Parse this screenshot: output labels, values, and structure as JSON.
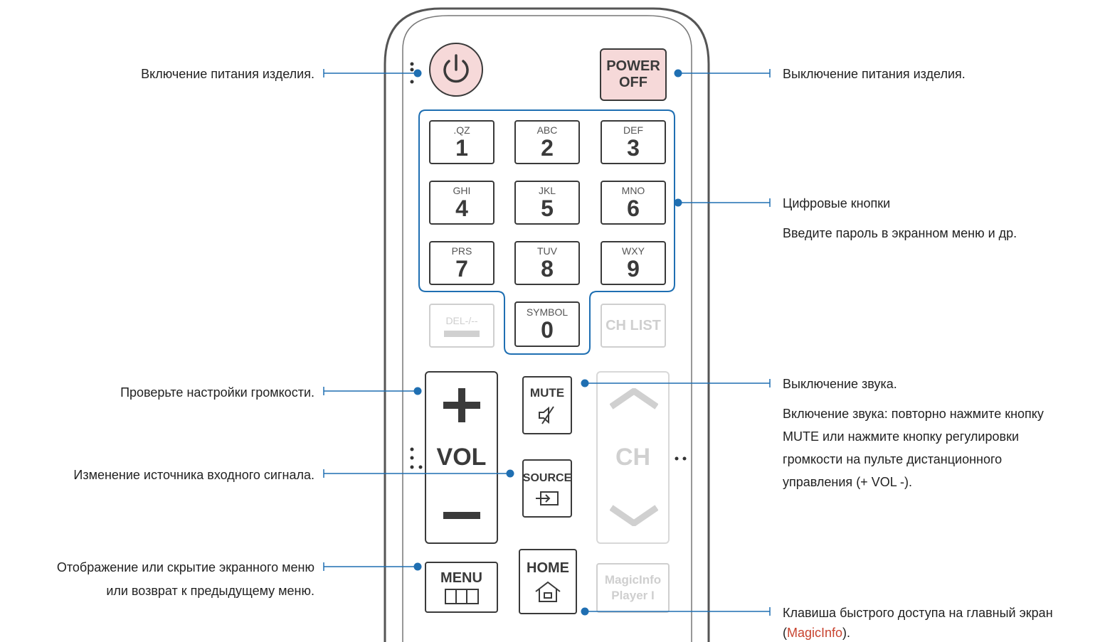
{
  "colors": {
    "callout_line": "#1f6fb2",
    "power_fill": "#f6d9d9",
    "magicinfo_link": "#c8432f",
    "disabled": "#cfcfcf"
  },
  "buttons": {
    "power_off": [
      "POWER",
      "OFF"
    ],
    "keys": [
      {
        "letters": ".QZ",
        "digit": "1"
      },
      {
        "letters": "ABC",
        "digit": "2"
      },
      {
        "letters": "DEF",
        "digit": "3"
      },
      {
        "letters": "GHI",
        "digit": "4"
      },
      {
        "letters": "JKL",
        "digit": "5"
      },
      {
        "letters": "MNO",
        "digit": "6"
      },
      {
        "letters": "PRS",
        "digit": "7"
      },
      {
        "letters": "TUV",
        "digit": "8"
      },
      {
        "letters": "WXY",
        "digit": "9"
      }
    ],
    "del": "DEL-/--",
    "symbol": {
      "letters": "SYMBOL",
      "digit": "0"
    },
    "ch_list": "CH LIST",
    "vol": "VOL",
    "ch": "CH",
    "mute": "MUTE",
    "source": "SOURCE",
    "menu": "MENU",
    "home": "HOME",
    "magicinfo": [
      "MagicInfo",
      "Player I"
    ]
  },
  "callouts": {
    "power_on": "Включение питания изделия.",
    "power_off": "Выключение питания изделия.",
    "number_title": "Цифровые кнопки",
    "number_desc": "Введите пароль в экранном меню и др.",
    "volume": "Проверьте настройки громкости.",
    "mute_title": "Выключение звука.",
    "mute_desc_1": "Включение звука: повторно нажмите кнопку",
    "mute_desc_2_key": "MUTE",
    "mute_desc_2_rest": " или нажмите кнопку регулировки",
    "mute_desc_3": "громкости на пульте дистанционного",
    "mute_desc_4_pre": "управления ",
    "mute_desc_4_key": "(+ VOL -)",
    "mute_desc_4_post": ".",
    "source": "Изменение источника входного сигнала.",
    "menu_1": "Отображение или скрытие экранного меню",
    "menu_2": "или возврат к предыдущему меню.",
    "home_1": "Клавиша быстрого доступа на главный экран",
    "home_2_pre": "(",
    "home_2_link": "MagicInfo",
    "home_2_post": ")."
  }
}
